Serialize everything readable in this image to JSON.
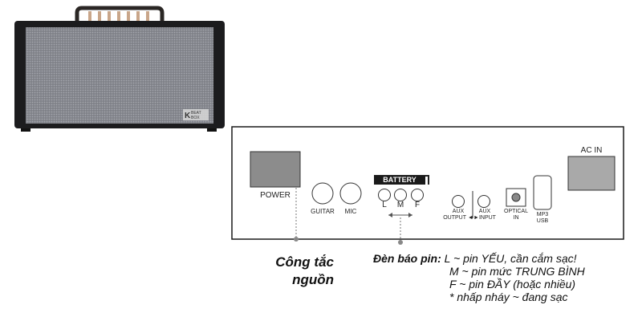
{
  "speaker": {
    "brand_logo": "KBEAT BOX",
    "colors": {
      "body": "#1c1c1e",
      "grille": "#8d8f96",
      "handle": "#2a2624"
    }
  },
  "panel": {
    "power_label": "POWER",
    "guitar_label": "GUITAR",
    "mic_label": "MIC",
    "battery_title": "BATTERY",
    "battery_leds": [
      "L",
      "M",
      "F"
    ],
    "aux_output_label": [
      "AUX",
      "OUTPUT ◄"
    ],
    "aux_input_label": [
      "AUX",
      "►INPUT"
    ],
    "optical_label": [
      "OPTICAL",
      "IN"
    ],
    "usb_label": [
      "MP3",
      "USB"
    ],
    "ac_in_label": "AC IN",
    "colors": {
      "outline": "#1a1a1a",
      "switch_fill": "#8c8c8c",
      "acin_fill": "#a9a9a9"
    }
  },
  "captions": {
    "power_switch": [
      "Công tắc",
      "nguồn"
    ],
    "battery_title": "Đèn báo pin:",
    "battery_lines": [
      "L ~ pin YẾU, cần cắm sạc!",
      "M ~ pin mức TRUNG BÌNH",
      "F ~ pin ĐẦY (hoặc nhiều)",
      "* nhấp nháy ~ đang sạc"
    ]
  }
}
